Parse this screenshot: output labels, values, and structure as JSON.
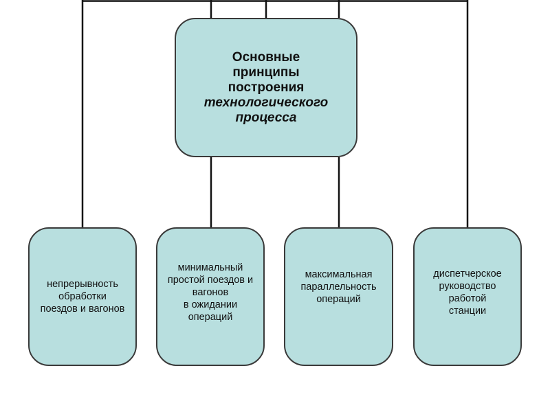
{
  "diagram": {
    "main": {
      "lines": [
        "Основные",
        "принципы",
        "построения"
      ],
      "italic_lines": [
        "технологического",
        "процесса"
      ]
    },
    "children": [
      {
        "lines": [
          "непрерывность",
          "обработки",
          "поездов и вагонов"
        ]
      },
      {
        "lines": [
          "минимальный",
          "простой поездов и",
          "вагонов",
          "в ожидании",
          "операций"
        ]
      },
      {
        "lines": [
          "максимальная",
          "параллельность",
          "операций"
        ]
      },
      {
        "lines": [
          "диспетчерское",
          "руководство",
          "работой",
          "станции"
        ]
      }
    ],
    "colors": {
      "box_fill": "#b8dfdf",
      "box_border": "#3a3a3a",
      "connector": "#111111"
    }
  }
}
